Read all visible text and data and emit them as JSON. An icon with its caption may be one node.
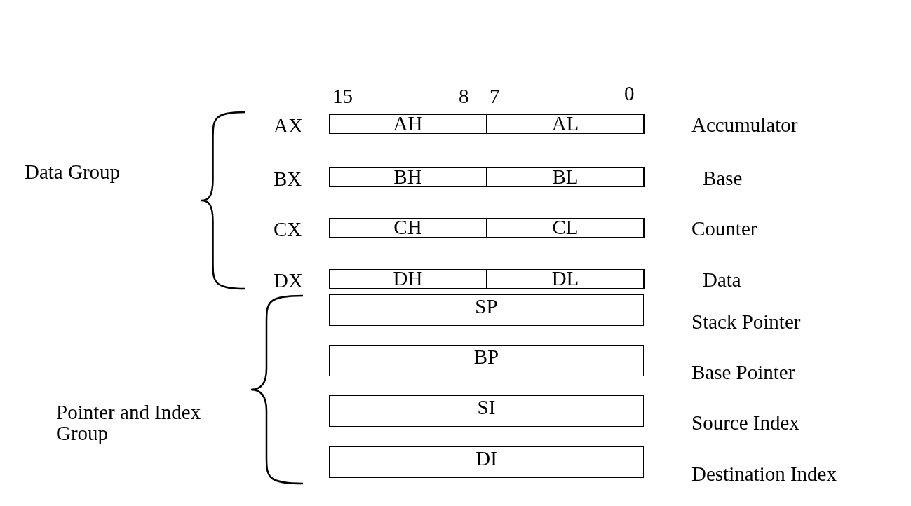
{
  "diagram": {
    "nodes": [
      {
        "text": [
          "AX"
        ],
        "beside": [
          "Accumulator"
        ]
      },
      {
        "text": [
          "AH"
        ],
        "in": 0
      },
      {
        "text": [
          "AL"
        ],
        "in": 0
      },
      {
        "text": [
          "BX"
        ],
        "beside": [
          "Base"
        ]
      },
      {
        "text": [
          "BH"
        ],
        "in": 3
      },
      {
        "text": [
          "BL"
        ],
        "in": 3
      },
      {
        "text": [
          "CX"
        ],
        "beside": [
          "Counter"
        ]
      },
      {
        "text": [
          "CH"
        ],
        "in": 6
      },
      {
        "text": [
          "CL"
        ],
        "in": 6
      },
      {
        "text": [
          "DX"
        ],
        "beside": [
          "Data"
        ]
      },
      {
        "text": [
          "DH"
        ],
        "in": 9
      },
      {
        "text": [
          "DL"
        ],
        "in": 9
      },
      {
        "text": [
          "SP"
        ],
        "beside": [
          "Stack Pointer"
        ]
      },
      {
        "text": [
          "BP"
        ],
        "beside": [
          "Base Pointer"
        ]
      },
      {
        "text": [
          "SI"
        ],
        "beside": [
          "Source Index"
        ]
      },
      {
        "text": [
          "DI"
        ],
        "beside": [
          "Destination Index"
        ]
      }
    ],
    "edges": [],
    "labels": [
      "15",
      "8",
      "7",
      "0",
      "Data Group",
      "Pointer and Index Group"
    ]
  }
}
